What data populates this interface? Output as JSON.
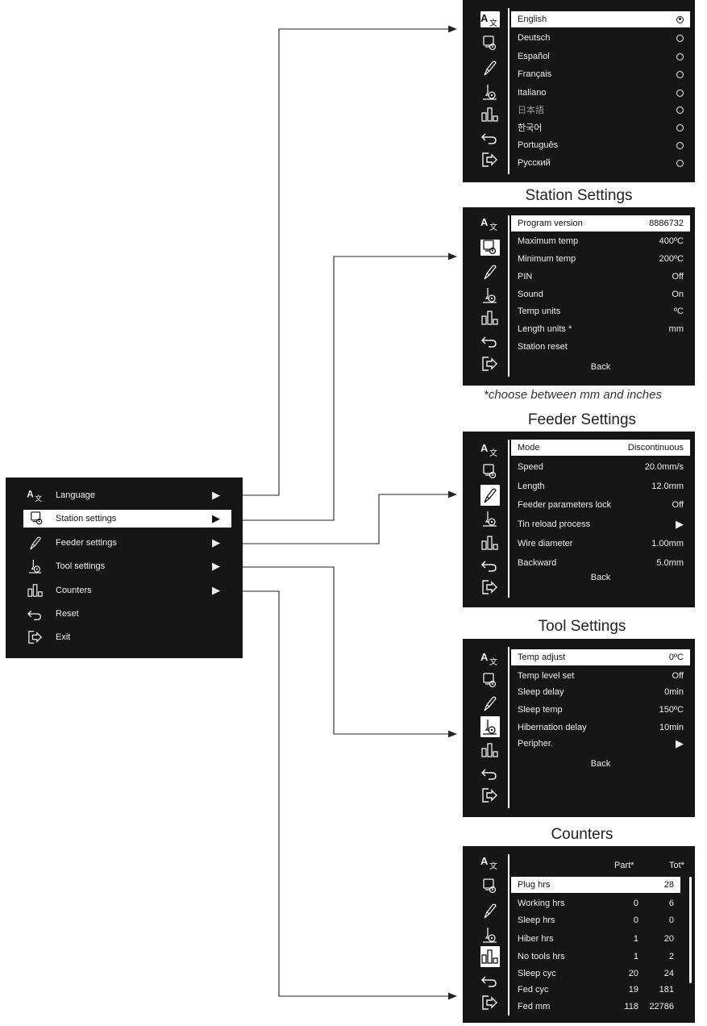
{
  "main_menu": {
    "items": [
      {
        "icon": "language-icon",
        "label": "Language",
        "arrow": "▶"
      },
      {
        "icon": "station-settings-icon",
        "label": "Station settings",
        "arrow": "▶"
      },
      {
        "icon": "feeder-settings-icon",
        "label": "Feeder settings",
        "arrow": "▶"
      },
      {
        "icon": "tool-settings-icon",
        "label": "Tool settings",
        "arrow": "▶"
      },
      {
        "icon": "counters-icon",
        "label": "Counters",
        "arrow": "▶"
      },
      {
        "icon": "reset-icon",
        "label": "Reset"
      },
      {
        "icon": "exit-icon",
        "label": "Exit"
      }
    ]
  },
  "language_screen": {
    "items": [
      {
        "label": "English",
        "selected": true
      },
      {
        "label": "Deutsch"
      },
      {
        "label": "Español"
      },
      {
        "label": "Français"
      },
      {
        "label": "Italiano"
      },
      {
        "label": "日本語"
      },
      {
        "label": "한국어"
      },
      {
        "label": "Português"
      },
      {
        "label": "Русский"
      }
    ]
  },
  "station_screen": {
    "title": "Station Settings",
    "rows": [
      {
        "label": "Program version",
        "value": "8886732"
      },
      {
        "label": "Maximum temp",
        "value": "400ºC"
      },
      {
        "label": "Minimum temp",
        "value": "200ºC"
      },
      {
        "label": "PIN",
        "value": "Off"
      },
      {
        "label": "Sound",
        "value": "On"
      },
      {
        "label": "Temp units",
        "value": "ºC"
      },
      {
        "label": "Length units *",
        "value": "mm"
      },
      {
        "label": "Station reset",
        "value": ""
      }
    ],
    "back": "Back",
    "note": "*choose between mm and inches"
  },
  "feeder_screen": {
    "title": "Feeder Settings",
    "rows": [
      {
        "label": "Mode",
        "value": "Discontinuous"
      },
      {
        "label": "Speed",
        "value": "20.0mm/s"
      },
      {
        "label": "Length",
        "value": "12.0mm"
      },
      {
        "label": "Feeder parameters lock",
        "value": "Off"
      },
      {
        "label": "Tin reload process",
        "value": "▶"
      },
      {
        "label": "Wire diameter",
        "value": "1.00mm"
      },
      {
        "label": "Backward",
        "value": "5.0mm"
      }
    ],
    "back": "Back"
  },
  "tool_screen": {
    "title": "Tool Settings",
    "rows": [
      {
        "label": "Temp adjust",
        "value": "0ºC"
      },
      {
        "label": "Temp level set",
        "value": "Off"
      },
      {
        "label": "Sleep delay",
        "value": "0min"
      },
      {
        "label": "Sleep temp",
        "value": "150ºC"
      },
      {
        "label": "Hibernation delay",
        "value": "10min"
      },
      {
        "label": "Peripher.",
        "value": "▶"
      }
    ],
    "back": "Back"
  },
  "counters_screen": {
    "title": "Counters",
    "headers": {
      "partial": "Part*",
      "total": "Tot*"
    },
    "rows": [
      {
        "label": "Plug hrs",
        "partial": "",
        "total": "28"
      },
      {
        "label": "Working hrs",
        "partial": "0",
        "total": "6"
      },
      {
        "label": "Sleep hrs",
        "partial": "0",
        "total": "0"
      },
      {
        "label": "Hiber hrs",
        "partial": "1",
        "total": "20"
      },
      {
        "label": "No tools hrs",
        "partial": "1",
        "total": "2"
      },
      {
        "label": "Sleep cyc",
        "partial": "20",
        "total": "24"
      },
      {
        "label": "Fed cyc",
        "partial": "19",
        "total": "181"
      },
      {
        "label": "Fed mm",
        "partial": "118",
        "total": "22786"
      }
    ]
  },
  "colors": {
    "panel": "#161616",
    "text": "#eeeeee",
    "highlight": "#ffffff",
    "connector": "#222222"
  }
}
